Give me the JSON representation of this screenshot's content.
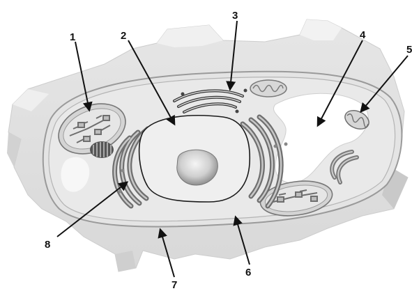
{
  "diagram": {
    "labels": [
      {
        "id": "1",
        "text": "1",
        "target": "chloroplast-left"
      },
      {
        "id": "2",
        "text": "2",
        "target": "nucleus-envelope"
      },
      {
        "id": "3",
        "text": "3",
        "target": "golgi-apparatus"
      },
      {
        "id": "4",
        "text": "4",
        "target": "central-vacuole"
      },
      {
        "id": "5",
        "text": "5",
        "target": "mitochondrion"
      },
      {
        "id": "6",
        "text": "6",
        "target": "cell-membrane"
      },
      {
        "id": "7",
        "text": "7",
        "target": "cell-wall"
      },
      {
        "id": "8",
        "text": "8",
        "target": "rough-endoplasmic-reticulum"
      }
    ]
  }
}
